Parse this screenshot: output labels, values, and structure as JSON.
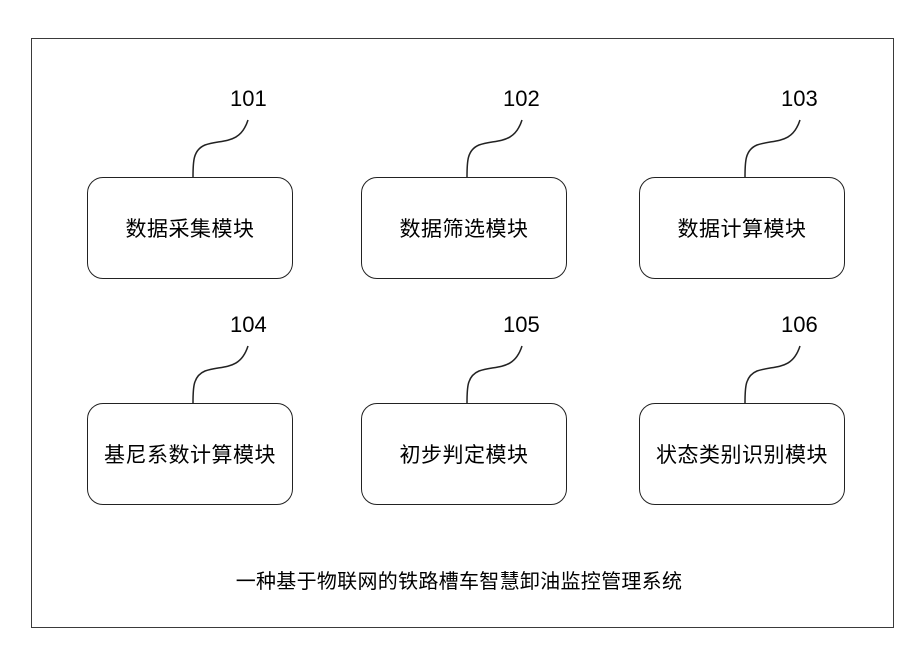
{
  "system": {
    "title": "一种基于物联网的铁路槽车智慧卸油监控管理系统"
  },
  "modules": [
    {
      "ref": "101",
      "label": "数据采集模块"
    },
    {
      "ref": "102",
      "label": "数据筛选模块"
    },
    {
      "ref": "103",
      "label": "数据计算模块"
    },
    {
      "ref": "104",
      "label": "基尼系数计算模块"
    },
    {
      "ref": "105",
      "label": "初步判定模块"
    },
    {
      "ref": "106",
      "label": "状态类别识别模块"
    }
  ]
}
